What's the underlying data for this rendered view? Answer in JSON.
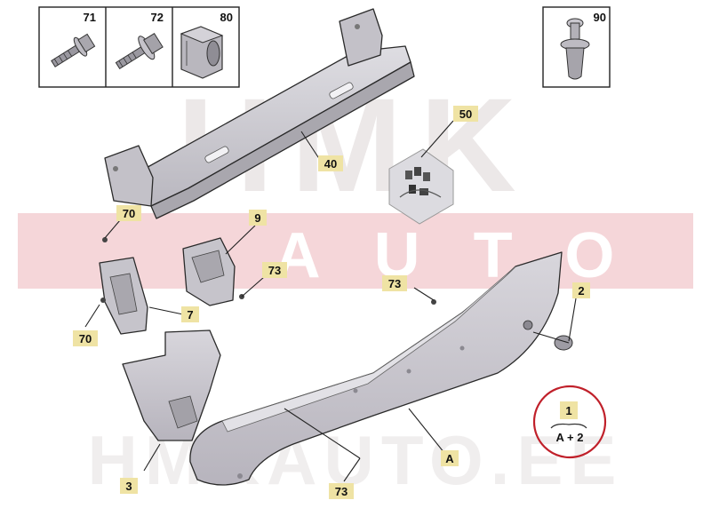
{
  "watermark": {
    "brand_top": "HMK",
    "brand_mid": "AUTO",
    "brand_bottom": "HMKAUTO.EE"
  },
  "fasteners": {
    "bolt_71": "71",
    "bolt_72": "72",
    "nut_80": "80",
    "clip_90": "90"
  },
  "callouts": {
    "crossmember": "40",
    "wiring_kit": "50",
    "clip_left_top": "70",
    "clip_left_bottom": "70",
    "bracket_upper": "9",
    "bracket_lower": "7",
    "rivet_bracket": "73",
    "rivet_bumper_top": "73",
    "rivet_bumper_bottom": "73",
    "side_cover": "3",
    "bumper": "A",
    "plug": "2"
  },
  "highlight": {
    "number": "1",
    "formula": "A + 2"
  },
  "colors": {
    "highlight_circle": "#c0202a",
    "label_box": "#efe3a4",
    "watermark": "#ece8e8",
    "watermark_red": "#f5d6d9"
  }
}
